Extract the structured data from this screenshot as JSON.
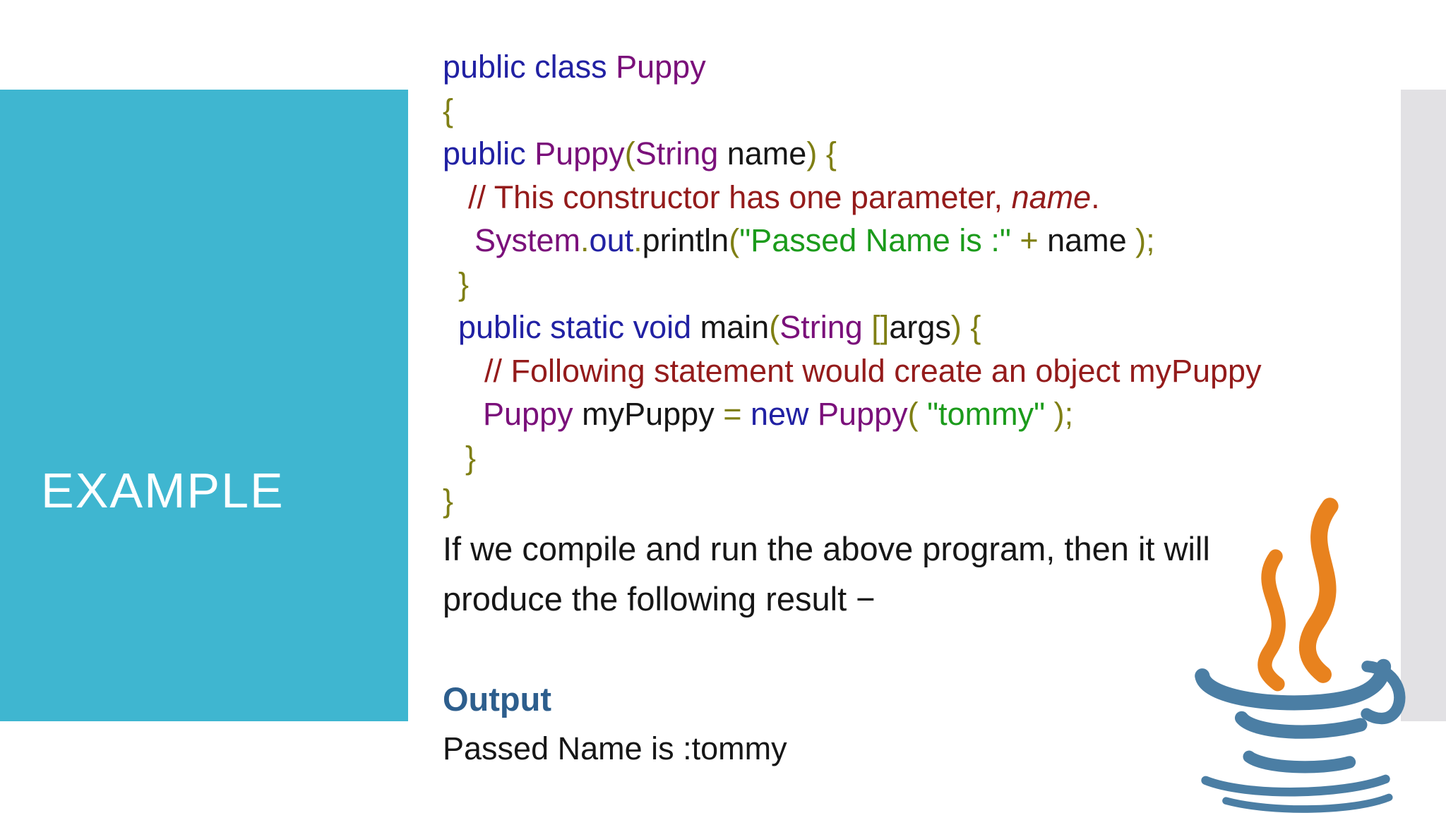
{
  "sidebar": {
    "title": "EXAMPLE"
  },
  "colors": {
    "sidebar_bg": "#3FB6D0",
    "sidebar_text": "#FFFFFF",
    "gray_strip_bg": "#E2E1E4",
    "output_heading": "#2D5E8D",
    "body_text": "#161616",
    "logo_steam_orange": "#E8821E",
    "logo_cup_blue": "#4B7EA4"
  },
  "code": {
    "palette": {
      "kw": "#2121A3",
      "type": "#7A107A",
      "punc": "#7F7F14",
      "comment": "#941B1B",
      "string": "#1B9B1B",
      "plain": "#161616"
    },
    "lines": [
      {
        "indent": 0,
        "segments": [
          {
            "color": "kw",
            "text": "public class "
          },
          {
            "color": "type",
            "text": "Puppy"
          }
        ]
      },
      {
        "indent": 0,
        "segments": [
          {
            "color": "punc",
            "text": "{"
          }
        ]
      },
      {
        "indent": 0,
        "segments": [
          {
            "color": "kw",
            "text": "public "
          },
          {
            "color": "type",
            "text": "Puppy"
          },
          {
            "color": "punc",
            "text": "("
          },
          {
            "color": "type",
            "text": "String"
          },
          {
            "color": "plain",
            "text": " name"
          },
          {
            "color": "punc",
            "text": ") {"
          }
        ]
      },
      {
        "indent": 36,
        "segments": [
          {
            "color": "comment",
            "text": "// This constructor has one parameter, "
          },
          {
            "color": "comment",
            "italic": true,
            "text": "name"
          },
          {
            "color": "comment",
            "text": "."
          }
        ]
      },
      {
        "indent": 45,
        "segments": [
          {
            "color": "type",
            "text": "System"
          },
          {
            "color": "punc",
            "text": "."
          },
          {
            "color": "kw",
            "text": "out"
          },
          {
            "color": "punc",
            "text": "."
          },
          {
            "color": "plain",
            "text": "println"
          },
          {
            "color": "punc",
            "text": "("
          },
          {
            "color": "string",
            "text": "\"Passed Name is :\""
          },
          {
            "color": "plain",
            "text": " "
          },
          {
            "color": "punc",
            "text": "+"
          },
          {
            "color": "plain",
            "text": " name "
          },
          {
            "color": "punc",
            "text": ");"
          }
        ]
      },
      {
        "indent": 22,
        "segments": [
          {
            "color": "punc",
            "text": "}"
          }
        ]
      },
      {
        "indent": 22,
        "segments": [
          {
            "color": "kw",
            "text": "public static void "
          },
          {
            "color": "plain",
            "text": "main"
          },
          {
            "color": "punc",
            "text": "("
          },
          {
            "color": "type",
            "text": "String"
          },
          {
            "color": "plain",
            "text": " "
          },
          {
            "color": "punc",
            "text": "[]"
          },
          {
            "color": "plain",
            "text": "args"
          },
          {
            "color": "punc",
            "text": ") {"
          }
        ]
      },
      {
        "indent": 59,
        "segments": [
          {
            "color": "comment",
            "text": "// Following statement would create an object myPuppy"
          }
        ]
      },
      {
        "indent": 57,
        "segments": [
          {
            "color": "type",
            "text": "Puppy"
          },
          {
            "color": "plain",
            "text": " myPuppy "
          },
          {
            "color": "punc",
            "text": "="
          },
          {
            "color": "kw",
            "text": " new "
          },
          {
            "color": "type",
            "text": "Puppy"
          },
          {
            "color": "punc",
            "text": "("
          },
          {
            "color": "string",
            "text": " \"tommy\" "
          },
          {
            "color": "punc",
            "text": ");"
          }
        ]
      },
      {
        "indent": 32,
        "segments": [
          {
            "color": "punc",
            "text": "}"
          }
        ]
      },
      {
        "indent": 0,
        "segments": [
          {
            "color": "punc",
            "text": "}"
          }
        ]
      }
    ]
  },
  "explanation": {
    "lines": [
      "If we compile and run the above program, then it will",
      "produce the following result −"
    ]
  },
  "output": {
    "heading": "Output",
    "text": "Passed Name is :tommy"
  }
}
